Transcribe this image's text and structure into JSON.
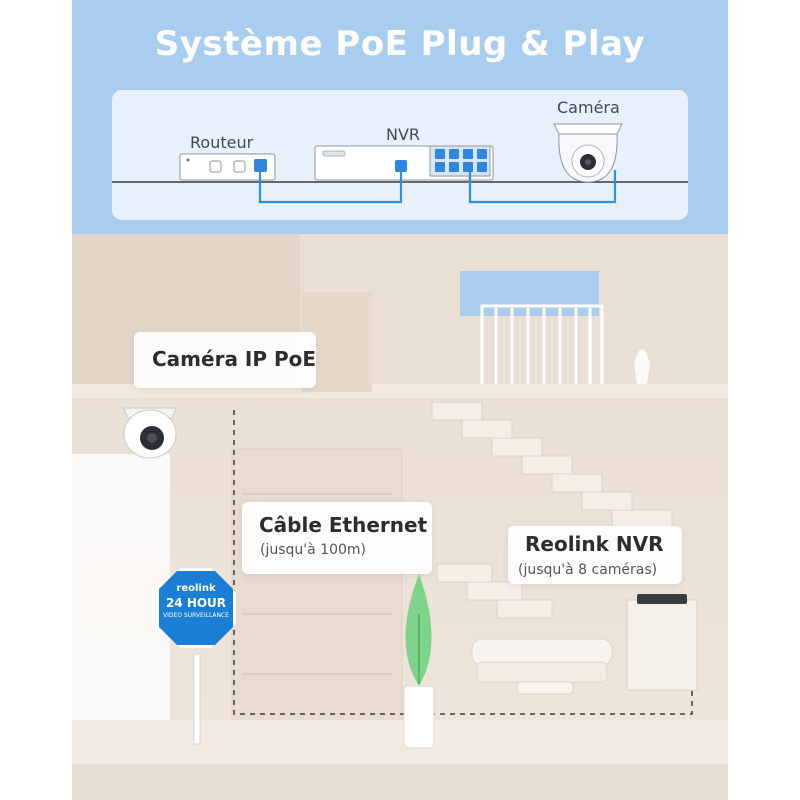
{
  "title": "Système PoE Plug & Play",
  "diagram": {
    "router_label": "Routeur",
    "nvr_label": "NVR",
    "camera_label": "Caméra"
  },
  "callouts": {
    "camera": {
      "title": "Caméra IP PoE"
    },
    "cable": {
      "title": "Câble Ethernet",
      "subtitle": "(jusqu'à 100m)"
    },
    "nvr": {
      "title": "Reolink NVR",
      "subtitle": "(jusqu'à 8 caméras)"
    }
  },
  "sign": {
    "brand": "reolink",
    "line1": "24 HOUR",
    "line2": "VIDEO SURVEILLANCE",
    "color": "#1b7fd6"
  },
  "colors": {
    "background": "#a9cdee",
    "cable": "#2f8fe0",
    "port": "#2e86de",
    "wall": "#ece1d6"
  }
}
